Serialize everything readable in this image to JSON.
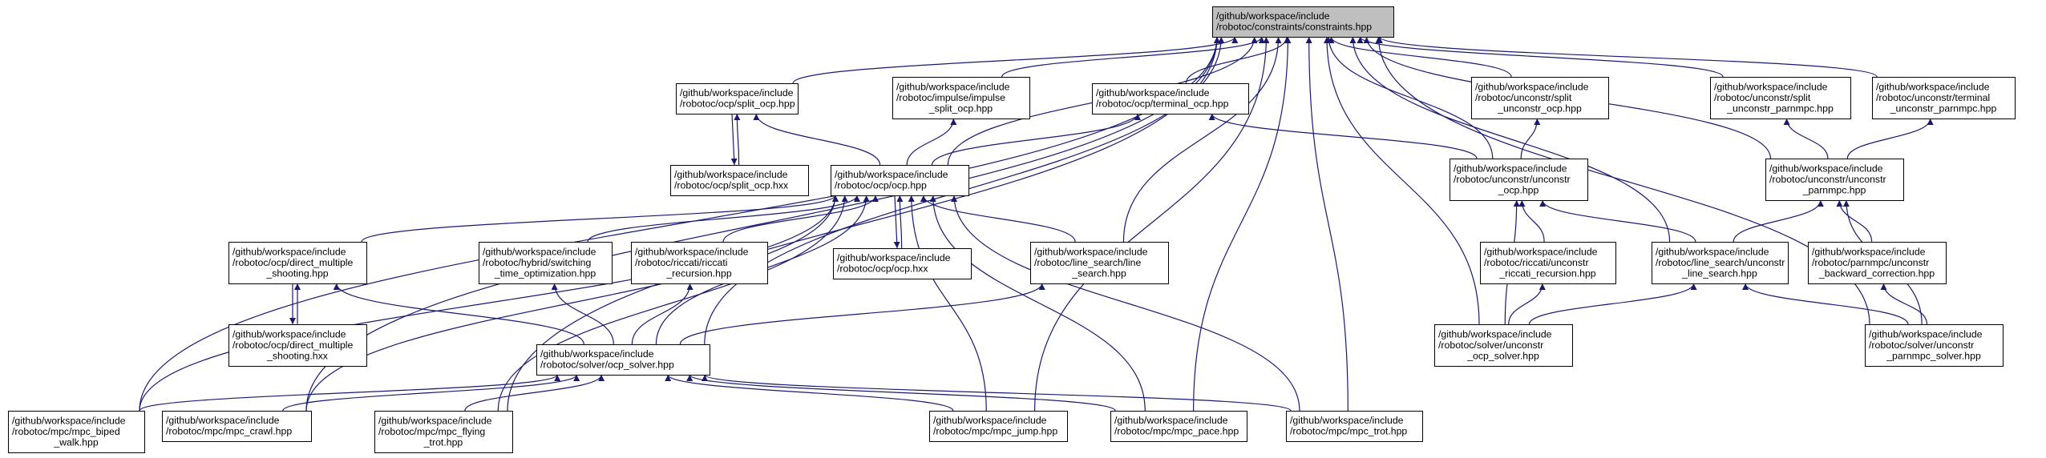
{
  "diagram": {
    "type": "include-dependency-graph",
    "colors": {
      "edge": "#191970",
      "node_border": "#000000",
      "root_fill": "#bfbfbf",
      "node_fill": "#ffffff"
    },
    "nodes": {
      "constraints": [
        "/github/workspace/include",
        "/robotoc/constraints/constraints.hpp"
      ],
      "split_ocp": [
        "/github/workspace/include",
        "/robotoc/ocp/split_ocp.hpp"
      ],
      "impulse_split": [
        "/github/workspace/include",
        "/robotoc/impulse/impulse",
        "_split_ocp.hpp"
      ],
      "terminal_ocp": [
        "/github/workspace/include",
        "/robotoc/ocp/terminal_ocp.hpp"
      ],
      "unconstr_split": [
        "/github/workspace/include",
        "/robotoc/unconstr/split",
        "_unconstr_ocp.hpp"
      ],
      "unconstr_split_parnmpc": [
        "/github/workspace/include",
        "/robotoc/unconstr/split",
        "_unconstr_parnmpc.hpp"
      ],
      "unconstr_terminal_parnmpc": [
        "/github/workspace/include",
        "/robotoc/unconstr/terminal",
        "_unconstr_parnmpc.hpp"
      ],
      "split_ocp_hxx": [
        "/github/workspace/include",
        "/robotoc/ocp/split_ocp.hxx"
      ],
      "ocp": [
        "/github/workspace/include",
        "/robotoc/ocp/ocp.hpp"
      ],
      "unconstr_ocp": [
        "/github/workspace/include",
        "/robotoc/unconstr/unconstr",
        "_ocp.hpp"
      ],
      "unconstr_parnmpc": [
        "/github/workspace/include",
        "/robotoc/unconstr/unconstr",
        "_parnmpc.hpp"
      ],
      "direct_multiple": [
        "/github/workspace/include",
        "/robotoc/ocp/direct_multiple",
        "_shooting.hpp"
      ],
      "switching_time": [
        "/github/workspace/include",
        "/robotoc/hybrid/switching",
        "_time_optimization.hpp"
      ],
      "riccati_recursion": [
        "/github/workspace/include",
        "/robotoc/riccati/riccati",
        "_recursion.hpp"
      ],
      "ocp_hxx": [
        "/github/workspace/include",
        "/robotoc/ocp/ocp.hxx"
      ],
      "line_search": [
        "/github/workspace/include",
        "/robotoc/line_search/line",
        "_search.hpp"
      ],
      "unconstr_riccati": [
        "/github/workspace/include",
        "/robotoc/riccati/unconstr",
        "_riccati_recursion.hpp"
      ],
      "unconstr_line_search": [
        "/github/workspace/include",
        "/robotoc/line_search/unconstr",
        "_line_search.hpp"
      ],
      "parnmpc_backward": [
        "/github/workspace/include",
        "/robotoc/parnmpc/unconstr",
        "_backward_correction.hpp"
      ],
      "direct_multiple_hxx": [
        "/github/workspace/include",
        "/robotoc/ocp/direct_multiple",
        "_shooting.hxx"
      ],
      "ocp_solver": [
        "/github/workspace/include",
        "/robotoc/solver/ocp_solver.hpp"
      ],
      "unconstr_ocp_solver": [
        "/github/workspace/include",
        "/robotoc/solver/unconstr",
        "_ocp_solver.hpp"
      ],
      "unconstr_parnmpc_solver": [
        "/github/workspace/include",
        "/robotoc/solver/unconstr",
        "_parnmpc_solver.hpp"
      ],
      "mpc_biped": [
        "/github/workspace/include",
        "/robotoc/mpc/mpc_biped",
        "_walk.hpp"
      ],
      "mpc_crawl": [
        "/github/workspace/include",
        "/robotoc/mpc/mpc_crawl.hpp"
      ],
      "mpc_flying": [
        "/github/workspace/include",
        "/robotoc/mpc/mpc_flying",
        "_trot.hpp"
      ],
      "mpc_jump": [
        "/github/workspace/include",
        "/robotoc/mpc/mpc_jump.hpp"
      ],
      "mpc_pace": [
        "/github/workspace/include",
        "/robotoc/mpc/mpc_pace.hpp"
      ],
      "mpc_trot": [
        "/github/workspace/include",
        "/robotoc/mpc/mpc_trot.hpp"
      ]
    },
    "edges": [
      [
        "split_ocp",
        "constraints"
      ],
      [
        "impulse_split",
        "constraints"
      ],
      [
        "terminal_ocp",
        "constraints"
      ],
      [
        "unconstr_split",
        "constraints"
      ],
      [
        "unconstr_split_parnmpc",
        "constraints"
      ],
      [
        "unconstr_terminal_parnmpc",
        "constraints"
      ],
      [
        "ocp",
        "constraints"
      ],
      [
        "unconstr_ocp",
        "constraints"
      ],
      [
        "unconstr_parnmpc",
        "constraints"
      ],
      [
        "line_search",
        "constraints"
      ],
      [
        "unconstr_line_search",
        "constraints"
      ],
      [
        "ocp_solver",
        "constraints"
      ],
      [
        "unconstr_ocp_solver",
        "constraints"
      ],
      [
        "unconstr_parnmpc_solver",
        "constraints"
      ],
      [
        "mpc_biped",
        "constraints"
      ],
      [
        "mpc_crawl",
        "constraints"
      ],
      [
        "mpc_flying",
        "constraints"
      ],
      [
        "mpc_jump",
        "constraints"
      ],
      [
        "mpc_pace",
        "constraints"
      ],
      [
        "mpc_trot",
        "constraints"
      ],
      [
        "split_ocp_hxx",
        "split_ocp"
      ],
      [
        "split_ocp",
        "split_ocp_hxx"
      ],
      [
        "ocp",
        "split_ocp"
      ],
      [
        "ocp",
        "impulse_split"
      ],
      [
        "ocp",
        "terminal_ocp"
      ],
      [
        "unconstr_ocp",
        "terminal_ocp"
      ],
      [
        "unconstr_ocp",
        "unconstr_split"
      ],
      [
        "unconstr_parnmpc",
        "unconstr_split_parnmpc"
      ],
      [
        "unconstr_parnmpc",
        "unconstr_terminal_parnmpc"
      ],
      [
        "ocp_hxx",
        "ocp"
      ],
      [
        "ocp",
        "ocp_hxx"
      ],
      [
        "direct_multiple",
        "ocp"
      ],
      [
        "switching_time",
        "ocp"
      ],
      [
        "riccati_recursion",
        "ocp"
      ],
      [
        "line_search",
        "ocp"
      ],
      [
        "ocp_solver",
        "ocp"
      ],
      [
        "mpc_biped",
        "ocp"
      ],
      [
        "mpc_crawl",
        "ocp"
      ],
      [
        "mpc_flying",
        "ocp"
      ],
      [
        "mpc_jump",
        "ocp"
      ],
      [
        "mpc_pace",
        "ocp"
      ],
      [
        "mpc_trot",
        "ocp"
      ],
      [
        "unconstr_riccati",
        "unconstr_ocp"
      ],
      [
        "unconstr_line_search",
        "unconstr_ocp"
      ],
      [
        "unconstr_ocp_solver",
        "unconstr_ocp"
      ],
      [
        "unconstr_line_search",
        "unconstr_parnmpc"
      ],
      [
        "parnmpc_backward",
        "unconstr_parnmpc"
      ],
      [
        "unconstr_parnmpc_solver",
        "unconstr_parnmpc"
      ],
      [
        "direct_multiple_hxx",
        "direct_multiple"
      ],
      [
        "direct_multiple",
        "direct_multiple_hxx"
      ],
      [
        "ocp_solver",
        "direct_multiple"
      ],
      [
        "ocp_solver",
        "switching_time"
      ],
      [
        "ocp_solver",
        "riccati_recursion"
      ],
      [
        "ocp_solver",
        "line_search"
      ],
      [
        "unconstr_ocp_solver",
        "unconstr_riccati"
      ],
      [
        "unconstr_ocp_solver",
        "unconstr_line_search"
      ],
      [
        "unconstr_parnmpc_solver",
        "unconstr_line_search"
      ],
      [
        "unconstr_parnmpc_solver",
        "parnmpc_backward"
      ],
      [
        "mpc_biped",
        "ocp_solver"
      ],
      [
        "mpc_crawl",
        "ocp_solver"
      ],
      [
        "mpc_flying",
        "ocp_solver"
      ],
      [
        "mpc_jump",
        "ocp_solver"
      ],
      [
        "mpc_pace",
        "ocp_solver"
      ],
      [
        "mpc_trot",
        "ocp_solver"
      ]
    ]
  }
}
